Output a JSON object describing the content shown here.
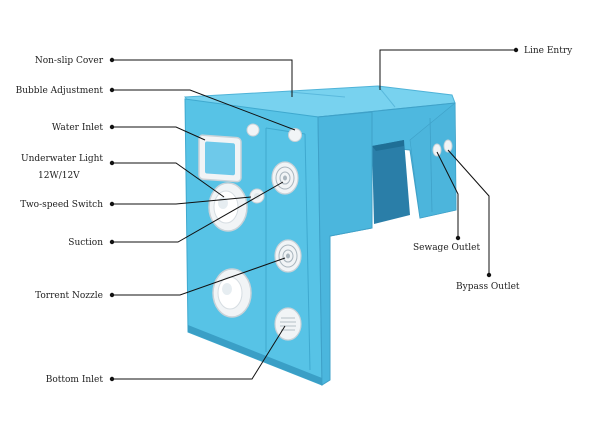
{
  "colors": {
    "body_blue": "#57c3e6",
    "body_shadow": "#3fa9cf",
    "body_top": "#78d2ef",
    "fitting_white": "#f1f4f6",
    "line": "#111111"
  },
  "labels": {
    "non_slip_cover": "Non-slip Cover",
    "bubble_adjustment": "Bubble Adjustment",
    "water_inlet": "Water Inlet",
    "underwater_light": "Underwater Light",
    "underwater_light_spec": "12W/12V",
    "two_speed_switch": "Two-speed Switch",
    "suction": "Suction",
    "torrent_nozzle": "Torrent Nozzle",
    "bottom_inlet": "Bottom Inlet",
    "line_entry": "Line Entry",
    "sewage_outlet": "Sewage Outlet",
    "bypass_outlet": "Bypass Outlet"
  }
}
